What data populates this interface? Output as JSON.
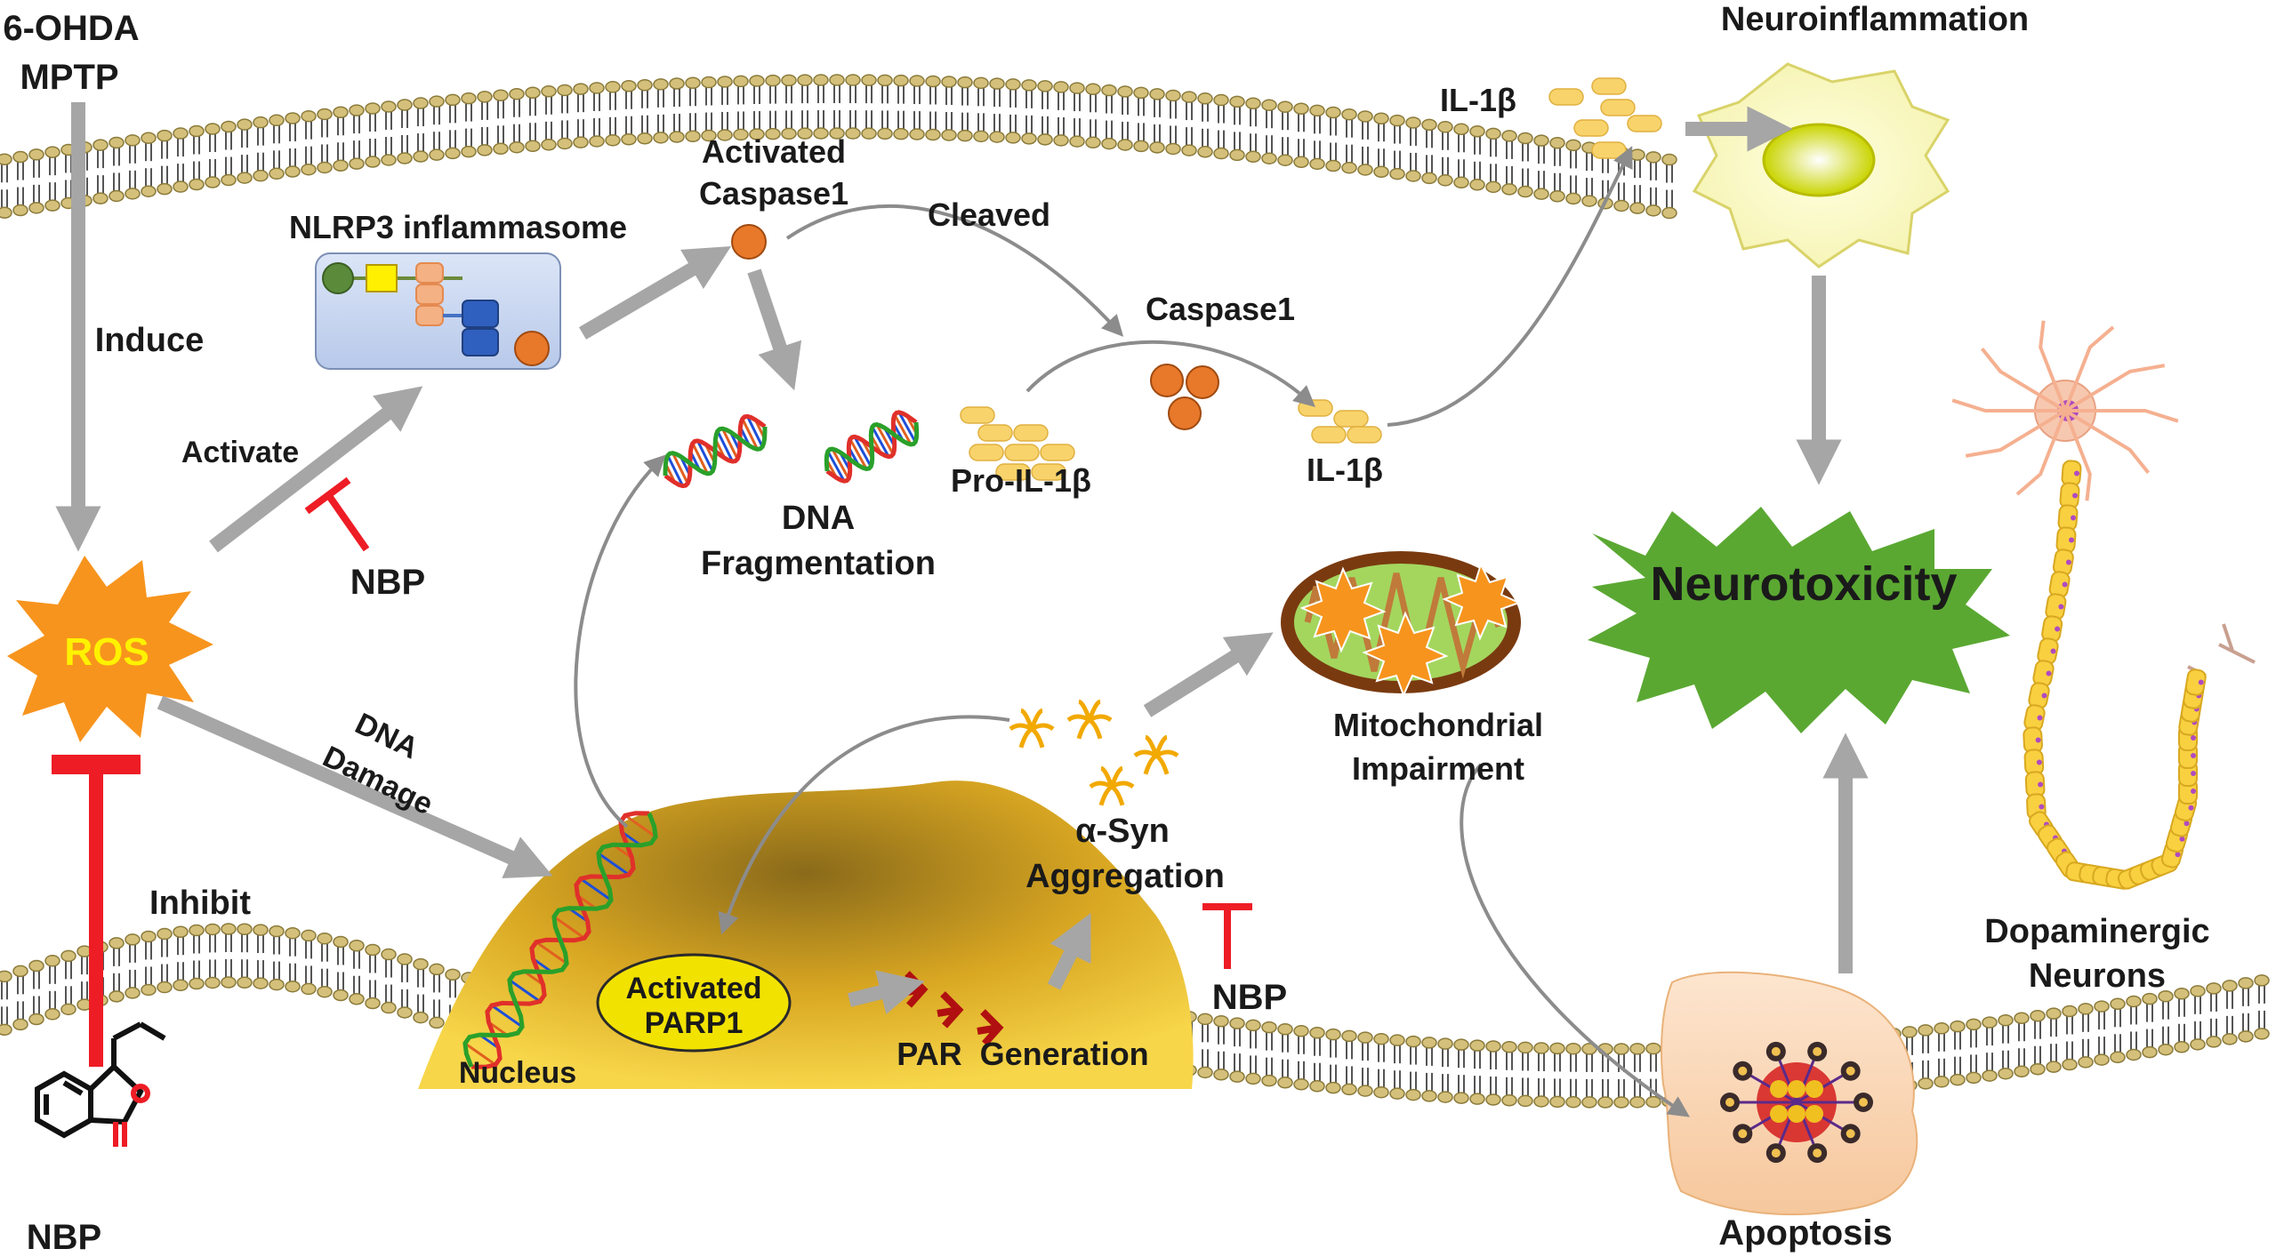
{
  "labels": {
    "stimulus_1": "6-OHDA",
    "stimulus_2": "MPTP",
    "induce": "Induce",
    "ros": "ROS",
    "inhibit": "Inhibit",
    "nbp_molecule": "NBP",
    "nlrp3": "NLRP3 inflammasome",
    "activate": "Activate",
    "nbp_activate": "NBP",
    "activated_caspase_1": "Activated",
    "activated_caspase_2": "Caspase1",
    "cleaved": "Cleaved",
    "caspase1": "Caspase1",
    "pro_il1b": "Pro-IL-1β",
    "il1b_mid": "IL-1β",
    "il1b_top": "IL-1β",
    "neuroinflammation": "Neuroinflammation",
    "dna_fragmentation_1": "DNA",
    "dna_fragmentation_2": "Fragmentation",
    "dna_damage_1": "DNA",
    "dna_damage_2": "Damage",
    "nucleus": "Nucleus",
    "activated_parp1_1": "Activated",
    "activated_parp1_2": "PARP1",
    "par_generation": "PAR  Generation",
    "asyn_1": "α-Syn",
    "asyn_2": "Aggregation",
    "nbp_asyn": "NBP",
    "mito_1": "Mitochondrial",
    "mito_2": "Impairment",
    "neurotoxicity": "Neurotoxicity",
    "apoptosis": "Apoptosis",
    "dopaminergic_1": "Dopaminergic",
    "dopaminergic_2": "Neurons"
  },
  "colors": {
    "arrow": "#a6a6a6",
    "inhibit": "#ee1c25",
    "ros": "#f7941d",
    "ros_text": "#fff200",
    "neurotoxicity": "#5aa832",
    "nucleus": "#e0b42a",
    "caspase": "#e8782a",
    "il1b": "#f8d36b",
    "membrane": "#d4c07a"
  }
}
